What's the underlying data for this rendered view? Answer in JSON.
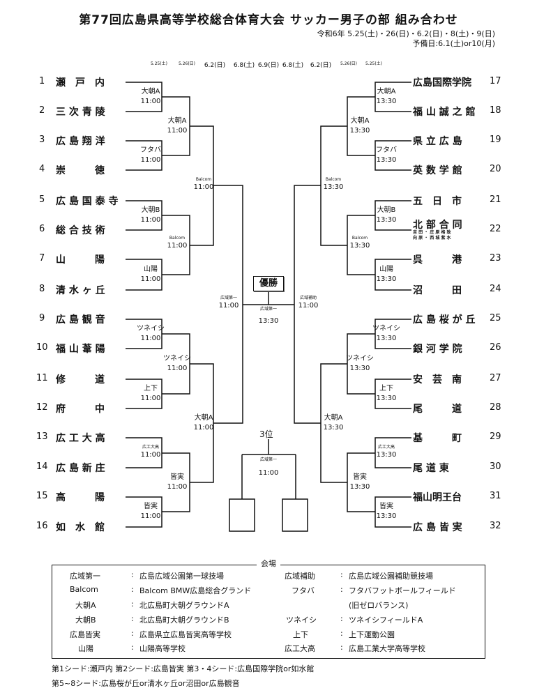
{
  "title": "第77回広島県高等学校総合体育大会 サッカー男子の部 組み合わせ",
  "dates": "令和6年 5.25(土)・26(日)・6.2(日)・8(土)・9(日)",
  "reserve": "予備日:6.1(土)or10(月)",
  "round_headers": [
    "5.25(土)",
    "5.26(日)",
    "6.2(日)",
    "6.8(土)",
    "6.9(日)",
    "6.8(土)",
    "6.2(日)",
    "5.26(日)",
    "5.25(土)"
  ],
  "left_teams": [
    {
      "n": "1",
      "name": "瀬　戸　内"
    },
    {
      "n": "2",
      "name": "三 次 青 陵"
    },
    {
      "n": "3",
      "name": "広 島 翔 洋"
    },
    {
      "n": "4",
      "name": "崇　　　徳"
    },
    {
      "n": "5",
      "name": "広 島 国 泰 寺"
    },
    {
      "n": "6",
      "name": "総 合 技 術"
    },
    {
      "n": "7",
      "name": "山　　　陽"
    },
    {
      "n": "8",
      "name": "清 水 ヶ 丘"
    },
    {
      "n": "9",
      "name": "広 島 観 音"
    },
    {
      "n": "10",
      "name": "福 山 葦 陽"
    },
    {
      "n": "11",
      "name": "修　　　道"
    },
    {
      "n": "12",
      "name": "府　　　中"
    },
    {
      "n": "13",
      "name": "広 工 大 高"
    },
    {
      "n": "14",
      "name": "広 島 新 庄"
    },
    {
      "n": "15",
      "name": "高　　　陽"
    },
    {
      "n": "16",
      "name": "如　水　館"
    }
  ],
  "right_teams": [
    {
      "n": "17",
      "name": "広島国際学院"
    },
    {
      "n": "18",
      "name": "福 山 誠 之 館"
    },
    {
      "n": "19",
      "name": "県 立 広 島"
    },
    {
      "n": "20",
      "name": "英 数 学 館"
    },
    {
      "n": "21",
      "name": "五　日　市"
    },
    {
      "n": "22",
      "name": "北 部 合 同"
    },
    {
      "n": "23",
      "name": "呉　　　港"
    },
    {
      "n": "24",
      "name": "沼　　　田"
    },
    {
      "n": "25",
      "name": "広 島 桜 が 丘"
    },
    {
      "n": "26",
      "name": "銀 河 学 院"
    },
    {
      "n": "27",
      "name": "安　芸　南"
    },
    {
      "n": "28",
      "name": "尾　　　道"
    },
    {
      "n": "29",
      "name": "基　　　町"
    },
    {
      "n": "30",
      "name": "尾 道 東"
    },
    {
      "n": "31",
      "name": "福山明王台"
    },
    {
      "n": "32",
      "name": "広 島 皆 実"
    }
  ],
  "team22_note": [
    "吉 田 ・ 庄 原 格 致",
    "向 原 ・ 西 城 紫 水"
  ],
  "left_r1": [
    {
      "v": "大朝A",
      "t": "11:00"
    },
    {
      "v": "フタバ",
      "t": "11:00"
    },
    {
      "v": "大朝B",
      "t": "11:00"
    },
    {
      "v": "山陽",
      "t": "11:00"
    },
    {
      "v": "ツネイシ",
      "t": "11:00"
    },
    {
      "v": "上下",
      "t": "11:00"
    },
    {
      "v": "広工大高",
      "t": "11:00"
    },
    {
      "v": "皆実",
      "t": "11:00"
    }
  ],
  "left_r2": [
    {
      "v": "大朝A",
      "t": "11:00"
    },
    {
      "v": "Balcom",
      "t": "11:00"
    },
    {
      "v": "ツネイシ",
      "t": "11:00"
    },
    {
      "v": "皆実",
      "t": "11:00"
    }
  ],
  "left_r3": [
    {
      "v": "Balcom",
      "t": "11:00"
    },
    {
      "v": "大朝A",
      "t": "11:00"
    }
  ],
  "left_sf": {
    "v": "広域第一",
    "t": "11:00"
  },
  "right_r1": [
    {
      "v": "大朝A",
      "t": "13:30"
    },
    {
      "v": "フタバ",
      "t": "13:30"
    },
    {
      "v": "大朝B",
      "t": "13:30"
    },
    {
      "v": "山陽",
      "t": "13:30"
    },
    {
      "v": "ツネイシ",
      "t": "13:30"
    },
    {
      "v": "上下",
      "t": "13:30"
    },
    {
      "v": "広工大高",
      "t": "13:30"
    },
    {
      "v": "皆実",
      "t": "13:30"
    }
  ],
  "right_r2": [
    {
      "v": "大朝A",
      "t": "13:30"
    },
    {
      "v": "Balcom",
      "t": "13:30"
    },
    {
      "v": "ツネイシ",
      "t": "13:30"
    },
    {
      "v": "皆実",
      "t": "13:30"
    }
  ],
  "right_r3": [
    {
      "v": "Balcom",
      "t": "13:30"
    },
    {
      "v": "大朝A",
      "t": "13:30"
    }
  ],
  "right_sf": {
    "v": "広域補助",
    "t": "11:00"
  },
  "final": {
    "label": "優勝",
    "v": "広域第一",
    "t": "13:30"
  },
  "third": {
    "label": "3位",
    "v": "広域第一",
    "t": "11:00"
  },
  "venue": {
    "title": "会場",
    "left": [
      {
        "k": "広域第一",
        "v": "広島広域公園第一球技場"
      },
      {
        "k": "Balcom",
        "v": "Balcom BMW広島総合グランド"
      },
      {
        "k": "大朝A",
        "v": "北広島町大朝グラウンドA"
      },
      {
        "k": "大朝B",
        "v": "北広島町大朝グラウンドB"
      },
      {
        "k": "広島皆実",
        "v": "広島県立広島皆実高等学校"
      },
      {
        "k": "山陽",
        "v": "山陽高等学校"
      }
    ],
    "right": [
      {
        "k": "広域補助",
        "v": "広島広域公園補助競技場"
      },
      {
        "k": "フタバ",
        "v": "フタバフットボールフィールド"
      },
      {
        "k": "",
        "v": "(旧ゼロバランス)"
      },
      {
        "k": "ツネイシ",
        "v": "ツネイシフィールドA"
      },
      {
        "k": "上下",
        "v": "上下運動公園"
      },
      {
        "k": "広工大高",
        "v": "広島工業大学高等学校"
      }
    ]
  },
  "footer": [
    "第1シード:瀬戸内 第2シード:広島皆実 第3・4シード:広島国際学院or如水館",
    "第5~8シード:広島桜が丘or清水ヶ丘or沼田or広島観音"
  ]
}
